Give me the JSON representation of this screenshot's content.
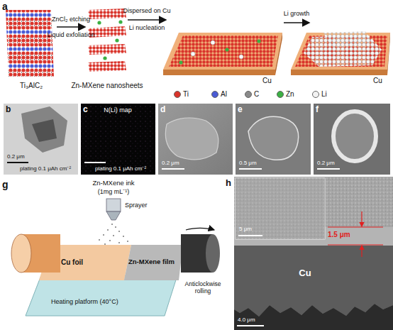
{
  "diagram": {
    "labels": [
      "a",
      "ZnCl₂ etching",
      "Liquid exfoliation",
      "Dispersed on Cu",
      "Li nucleation",
      "Li growth",
      "Ti₃AlC₂",
      "Zn-MXene nanosheets",
      "Cu",
      "Cu",
      "b",
      "0.2 μm",
      "plating 0.1 μAh cm⁻²",
      "c",
      "N(Li) map",
      "plating 0.1 μAh cm⁻²",
      "d",
      "0.2 μm",
      "e",
      "0.5 μm",
      "f",
      "0.2 μm",
      "g",
      "Zn-MXene ink",
      "(1mg mL⁻¹)",
      "Sprayer",
      "Cu foil",
      "Zn-MXene film",
      "Heating platform (40°C)",
      "Anticlockwise rolling",
      "h",
      "5 μm",
      "1.5 μm",
      "Cu",
      "4.0 μm"
    ],
    "legend": [
      {
        "text": "Ti",
        "color": "#d9342b"
      },
      {
        "text": "Al",
        "color": "#4a5bd4"
      },
      {
        "text": "C",
        "color": "#8a8a8a"
      },
      {
        "text": "Zn",
        "color": "#3cb043"
      },
      {
        "text": "Li",
        "color": "#f2f2f2"
      }
    ]
  }
}
